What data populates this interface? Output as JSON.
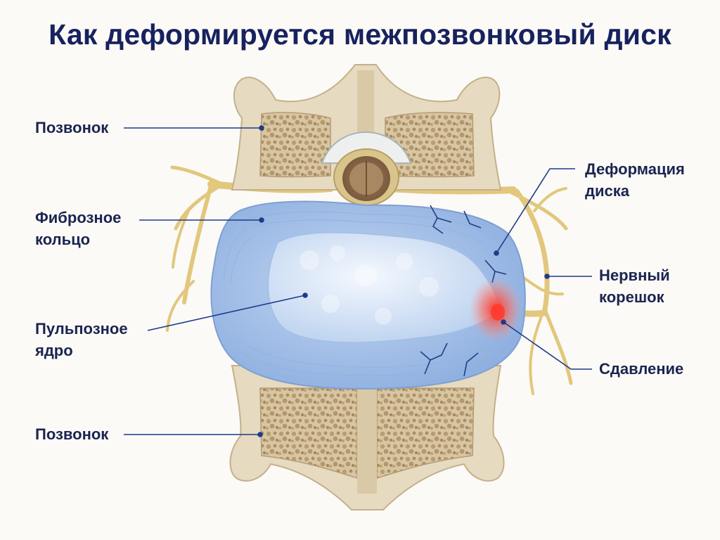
{
  "title": "Как деформируется межпозвонковый диск",
  "labels": {
    "vertebra_top": "Позвонок",
    "annulus_line1": "Фиброзное",
    "annulus_line2": "кольцо",
    "nucleus_line1": "Пульпозное",
    "nucleus_line2": "ядро",
    "vertebra_bottom": "Позвонок",
    "deformation_line1": "Деформация",
    "deformation_line2": "диска",
    "nerve_line1": "Нервный",
    "nerve_line2": "корешок",
    "compression": "Сдавление"
  },
  "colors": {
    "title": "#17225e",
    "leader": "#1e3a8a",
    "bone": "#e7dcc3",
    "annulus": "#a9c3ea",
    "nucleus": "#dce9f8",
    "nerve": "#e8cf86",
    "compression": "#ff3b2f"
  }
}
